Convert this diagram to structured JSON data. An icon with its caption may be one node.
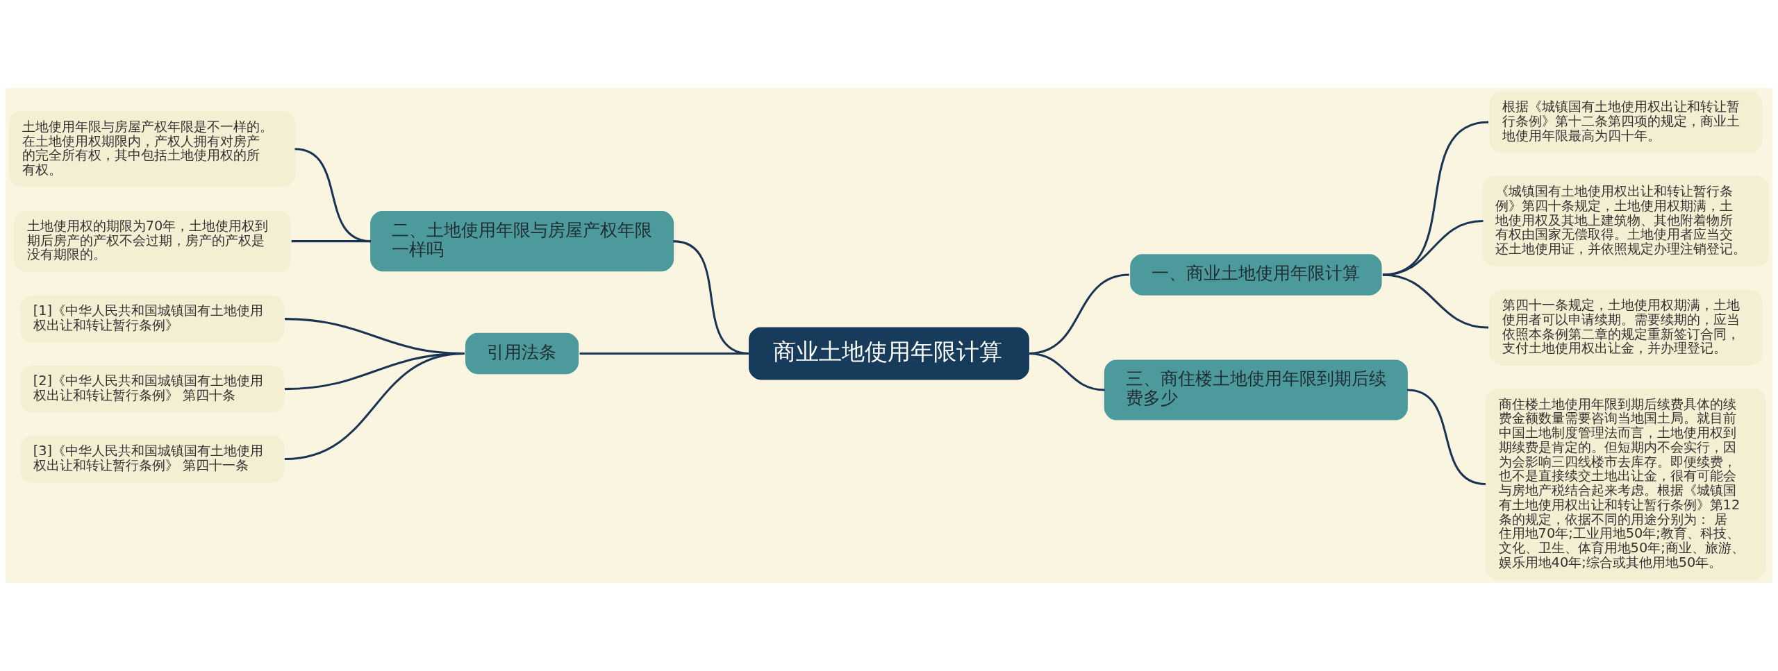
{
  "diagram": {
    "nodes": [
      {
        "text": [
          "商业土地使用年限计算"
        ]
      },
      {
        "text": [
          "一、商业土地使用年限计算"
        ]
      },
      {
        "text": [
          "根据《城镇国有土地使用权出让和转让暂行条例》第十二条第四项的规定，商业土地使用年限最高为四十年。"
        ]
      },
      {
        "text": [
          "《城镇国有土地使用权出让和转让暂行条例》第四十条规定，土地使用权期满，土地使用权及其地上建筑物、其他附着物所有权由国家无偿取得。土地使用者应当交还土地使用证，并依照规定办理注销登记。"
        ]
      },
      {
        "text": [
          "第四十一条规定，土地使用权期满，土地使用者可以申请续期。需要续期的，应当依照本条例第二章的规定重新签订合同，支付土地使用权出让金，并办理登记。"
        ]
      },
      {
        "text": [
          "二、土地使用年限与房屋产权年限一样吗"
        ]
      },
      {
        "text": [
          "土地使用年限与房屋产权年限是不一样的。在土地使用权期限内，产权人拥有对房产的完全所有权，其中包括土地使用权的所有权。"
        ]
      },
      {
        "text": [
          "土地使用权的期限为70年，土地使用权到期后房产的产权不会过期，房产的产权是没有期限的。"
        ]
      },
      {
        "text": [
          "三、商住楼土地使用年限到期后续费多少"
        ]
      },
      {
        "text": [
          "商住楼土地使用年限到期后续费具体的续费金额数量需要咨询当地国土局。就目前中国土地制度管理法而言，土地使用权到期续费是肯定的。但短期内不会实行，因为会影响三四线楼市去库存。即便续费，也不是直接续交土地出让金，很有可能会与房地产税结合起来考虑。根据《城镇国有土地使用权出让和转让暂行条例》第12条的规定，依据不同的用途分别为： 居住用地70年;工业用地50年;教育、科技、文化、卫生、体育用地50年;商业、旅游、娱乐用地40年;综合或其他用地50年。"
        ]
      },
      {
        "text": [
          "引用法条"
        ]
      },
      {
        "text": [
          "[1]《中华人民共和国城镇国有土地使用权出让和转让暂行条例》"
        ]
      },
      {
        "text": [
          "[2]《中华人民共和国城镇国有土地使用权出让和转让暂行条例》 第四十条"
        ]
      },
      {
        "text": [
          "[3]《中华人民共和国城镇国有土地使用权出让和转让暂行条例》 第四十一条"
        ]
      }
    ],
    "edges": [
      {
        "from": 0,
        "to": 1,
        "arrow": "none"
      },
      {
        "from": 1,
        "to": 2,
        "arrow": "none"
      },
      {
        "from": 1,
        "to": 3,
        "arrow": "none"
      },
      {
        "from": 1,
        "to": 4,
        "arrow": "none"
      },
      {
        "from": 0,
        "to": 5,
        "arrow": "none"
      },
      {
        "from": 5,
        "to": 6,
        "arrow": "none"
      },
      {
        "from": 5,
        "to": 7,
        "arrow": "none"
      },
      {
        "from": 0,
        "to": 8,
        "arrow": "none"
      },
      {
        "from": 8,
        "to": 9,
        "arrow": "none"
      },
      {
        "from": 0,
        "to": 10,
        "arrow": "none"
      },
      {
        "from": 10,
        "to": 11,
        "arrow": "none"
      },
      {
        "from": 10,
        "to": 12,
        "arrow": "none"
      },
      {
        "from": 10,
        "to": 13,
        "arrow": "none"
      }
    ]
  }
}
